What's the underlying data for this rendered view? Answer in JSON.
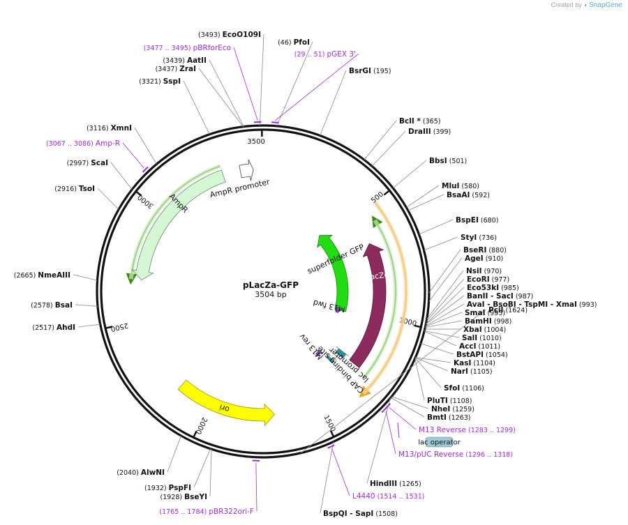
{
  "credit": {
    "prefix": "Created by",
    "brand": "SnapGene"
  },
  "plasmid": {
    "name": "pLacZa-GFP",
    "size_label": "3504 bp",
    "length": 3504
  },
  "colors": {
    "backbone": "#111111",
    "primer": "#a22ad8",
    "lacZa": "#8c2b5d",
    "gfp": "#22dd11",
    "amp": "#d4f8d4",
    "amp_outline": "#6e8a6e",
    "ori": "#ffff00",
    "orf_orange": "#e8a020",
    "orf_green": "#3a8a10",
    "lac_teal": "#2f8f9d"
  },
  "ticks": [
    {
      "pos": 500,
      "label": "500"
    },
    {
      "pos": 1000,
      "label": "1000"
    },
    {
      "pos": 1500,
      "label": "1500"
    },
    {
      "pos": 2000,
      "label": "2000"
    },
    {
      "pos": 2500,
      "label": "2500"
    },
    {
      "pos": 3000,
      "label": "3000"
    },
    {
      "pos": 3500,
      "label": "3500"
    }
  ],
  "sites_right": [
    {
      "pos": 195,
      "name": "BsrGI",
      "coord": "(195)"
    },
    {
      "pos": 365,
      "name": "BclI *",
      "coord": "(365)"
    },
    {
      "pos": 399,
      "name": "DraIII",
      "coord": "(399)"
    },
    {
      "pos": 501,
      "name": "BbsI",
      "coord": "(501)"
    },
    {
      "pos": 580,
      "name": "MluI",
      "coord": "(580)"
    },
    {
      "pos": 592,
      "name": "BsaAI",
      "coord": "(592)"
    },
    {
      "pos": 680,
      "name": "BspEI",
      "coord": "(680)"
    },
    {
      "pos": 736,
      "name": "StyI",
      "coord": "(736)"
    },
    {
      "pos": 880,
      "name": "BseRI",
      "coord": "(880)"
    },
    {
      "pos": 910,
      "name": "AgeI",
      "coord": "(910)"
    },
    {
      "pos": 970,
      "name": "NsiI",
      "coord": "(970)"
    },
    {
      "pos": 977,
      "name": "EcoRI",
      "coord": "(977)"
    },
    {
      "pos": 985,
      "name": "Eco53kI",
      "coord": "(985)"
    },
    {
      "pos": 987,
      "name": "BanII - SacI",
      "coord": "(987)"
    },
    {
      "pos": 993,
      "name": "AvaI - BsoBI - TspMI - XmaI",
      "coord": "(993)"
    },
    {
      "pos": 995,
      "name": "SmaI",
      "coord": "(995)"
    },
    {
      "pos": 998,
      "name": "BamHI",
      "coord": "(998)"
    },
    {
      "pos": 1004,
      "name": "XbaI",
      "coord": "(1004)"
    },
    {
      "pos": 1010,
      "name": "SalI",
      "coord": "(1010)"
    },
    {
      "pos": 1011,
      "name": "AccI",
      "coord": "(1011)"
    },
    {
      "pos": 1054,
      "name": "BstAPI",
      "coord": "(1054)"
    },
    {
      "pos": 1104,
      "name": "KasI",
      "coord": "(1104)"
    },
    {
      "pos": 1105,
      "name": "NarI",
      "coord": "(1105)"
    },
    {
      "pos": 1106,
      "name": "SfoI",
      "coord": "(1106)"
    },
    {
      "pos": 1108,
      "name": "PluTI",
      "coord": "(1108)"
    },
    {
      "pos": 1259,
      "name": "NheI",
      "coord": "(1259)"
    },
    {
      "pos": 1263,
      "name": "BmtI",
      "coord": "(1263)"
    },
    {
      "pos": 1265,
      "name": "HindIII",
      "coord": "(1265)"
    },
    {
      "pos": 1508,
      "name": "BspQI - SapI",
      "coord": "(1508)"
    },
    {
      "pos": 1624,
      "name": "PciI",
      "coord": "(1624)"
    }
  ],
  "sites_left": [
    {
      "pos": 46,
      "name": "PfoI",
      "coord": "(46)"
    },
    {
      "pos": 3493,
      "name": "EcoO109I",
      "coord": "(3493)"
    },
    {
      "pos": 3439,
      "name": "AatII",
      "coord": "(3439)"
    },
    {
      "pos": 3437,
      "name": "ZraI",
      "coord": "(3437)"
    },
    {
      "pos": 3321,
      "name": "SspI",
      "coord": "(3321)"
    },
    {
      "pos": 3116,
      "name": "XmnI",
      "coord": "(3116)"
    },
    {
      "pos": 2997,
      "name": "ScaI",
      "coord": "(2997)"
    },
    {
      "pos": 2916,
      "name": "TsoI",
      "coord": "(2916)"
    },
    {
      "pos": 2665,
      "name": "NmeAIII",
      "coord": "(2665)"
    },
    {
      "pos": 2578,
      "name": "BsaI",
      "coord": "(2578)"
    },
    {
      "pos": 2517,
      "name": "AhdI",
      "coord": "(2517)"
    },
    {
      "pos": 2040,
      "name": "AlwNI",
      "coord": "(2040)"
    },
    {
      "pos": 1932,
      "name": "PspFI",
      "coord": "(1932)"
    },
    {
      "pos": 1928,
      "name": "BseYI",
      "coord": "(1928)"
    }
  ],
  "primers": [
    {
      "pos": 40,
      "name": "pGEX 3'",
      "coord": "(29 .. 51)"
    },
    {
      "pos": 3486,
      "name": "pBRforEco",
      "coord": "(3477 .. 3495)"
    },
    {
      "pos": 3076,
      "name": "Amp-R",
      "coord": "(3067 .. 3086)"
    },
    {
      "pos": 1291,
      "name": "M13 Reverse",
      "coord": "(1283 .. 1299)"
    },
    {
      "pos": 1307,
      "name": "M13/pUC Reverse",
      "coord": "(1296 .. 1318)"
    },
    {
      "pos": 1522,
      "name": "L4440",
      "coord": "(1514 .. 1531)"
    },
    {
      "pos": 1775,
      "name": "pBR322ori-F",
      "coord": "(1765 .. 1784)"
    }
  ],
  "lac_operator": {
    "label": "lac operator"
  },
  "features": [
    {
      "name": "lacZα",
      "label": "lacZα"
    },
    {
      "name": "superfolder GFP",
      "label": "superfolder GFP"
    },
    {
      "name": "AmpR",
      "label": "AmpR"
    },
    {
      "name": "AmpR promoter",
      "label": "AmpR promoter"
    },
    {
      "name": "ori",
      "label": "ori"
    },
    {
      "name": "lac promoter",
      "label": "lac promoter"
    },
    {
      "name": "CAP binding site",
      "label": "CAP binding site"
    },
    {
      "name": "M13 fwd",
      "label": "M13 fwd"
    },
    {
      "name": "M13 rev",
      "label": "M13 rev"
    }
  ]
}
